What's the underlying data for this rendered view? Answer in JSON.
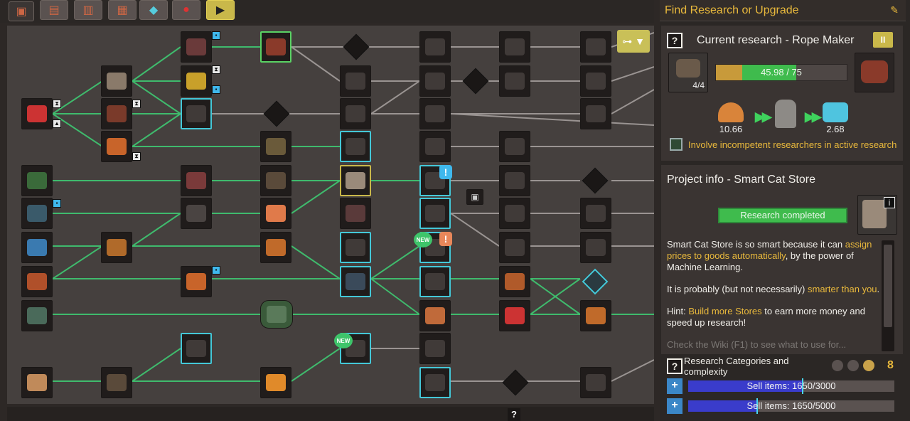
{
  "toolbar": {
    "categories": [
      {
        "name": "category-robots-icon",
        "selected": false
      },
      {
        "name": "category-toolbox-icon",
        "selected": false
      },
      {
        "name": "category-box-icon",
        "selected": false
      },
      {
        "name": "category-drone-icon",
        "selected": false
      },
      {
        "name": "category-vehicle-icon",
        "selected": false
      },
      {
        "name": "category-presentation-icon",
        "selected": true
      }
    ]
  },
  "search": {
    "label": "Find Research or Upgrade"
  },
  "current_research": {
    "help_label": "?",
    "title": "Current research - Rope Maker",
    "pause_label": "II",
    "count": "4/4",
    "progress_text": "45.98 / 75",
    "progress_fraction": 0.613,
    "partial_fraction": 0.2,
    "inputs": [
      {
        "value": "10.66",
        "icon": "helmet-icon",
        "color": "#d9843a"
      },
      {
        "value": "",
        "icon": "researcher-icon",
        "color": "#8d8a86"
      },
      {
        "value": "2.68",
        "icon": "basket-icon",
        "color": "#4fc4df"
      }
    ],
    "involve_label": "Involve incompetent researchers in active research",
    "involve_checked": false
  },
  "project_info": {
    "title": "Project info - Smart Cat Store",
    "info_label": "i",
    "status": "Research completed",
    "desc_1a": "Smart Cat Store is so smart because it can ",
    "desc_1b": "assign prices to goods automatically",
    "desc_1c": ", by the power of Machine Learning.",
    "desc_2a": "It is probably (but not necessarily) ",
    "desc_2b": "smarter than you",
    "desc_2c": ".",
    "desc_3a": "Hint: ",
    "desc_3b": "Build more Stores",
    "desc_3c": " to earn more money and speed up research!",
    "desc_4": "Check the Wiki (F1) to see what to use for..."
  },
  "categories_panel": {
    "help_label": "?",
    "title": "Research Categories and complexity",
    "count": "8",
    "bars": [
      {
        "label": "Sell items: 1650/3000",
        "fraction": 0.55
      },
      {
        "label": "Sell items: 1650/5000",
        "fraction": 0.33
      }
    ],
    "plus_label": "+"
  },
  "tree": {
    "toggle_label": "▼",
    "new_label": "NEW",
    "warn_label": "!"
  }
}
